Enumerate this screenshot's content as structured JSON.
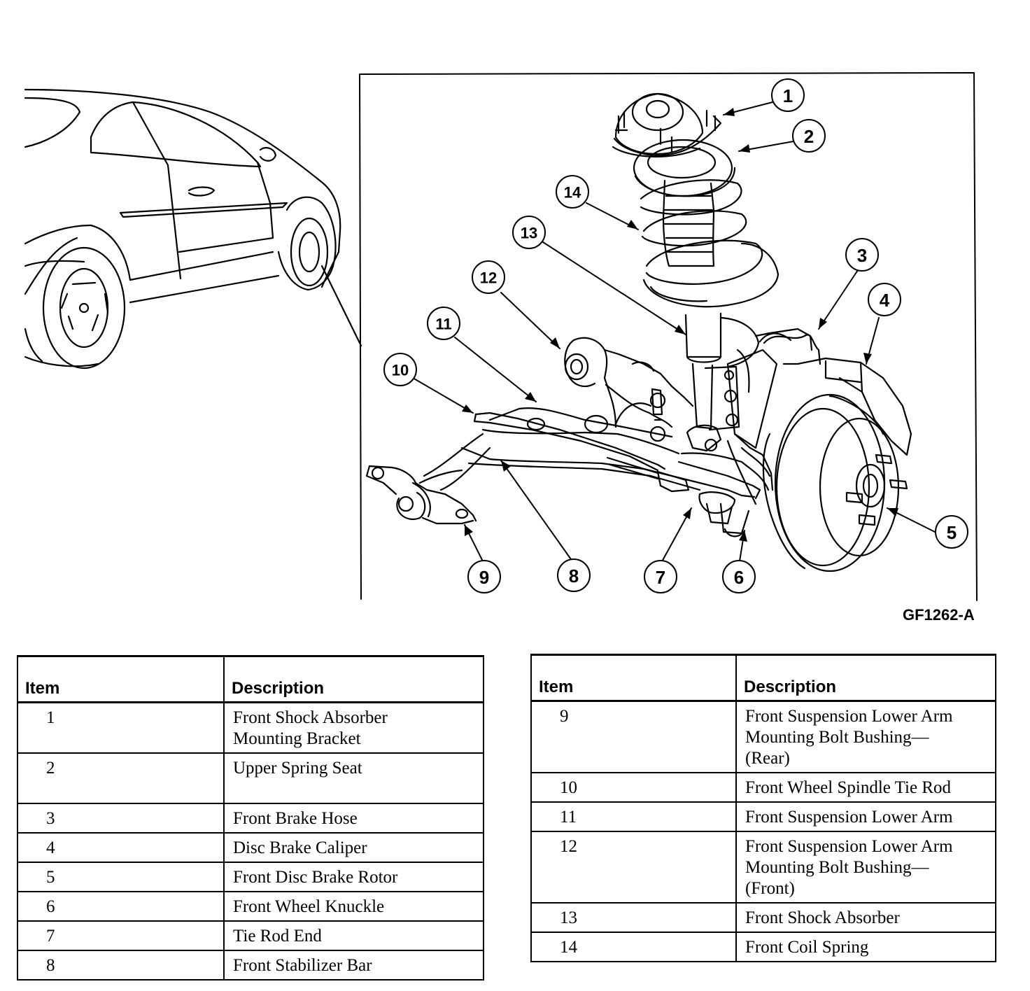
{
  "figure": {
    "id": "GF1262-A",
    "callouts": [
      "1",
      "2",
      "3",
      "4",
      "5",
      "6",
      "7",
      "8",
      "9",
      "10",
      "11",
      "12",
      "13",
      "14"
    ]
  },
  "tables": {
    "left": {
      "headers": [
        "Item",
        "Description"
      ],
      "rows": [
        {
          "item": "1",
          "lines": [
            "Front Shock Absorber",
            "Mounting Bracket"
          ]
        },
        {
          "item": "2",
          "lines": [
            "Upper Spring Seat",
            ""
          ]
        },
        {
          "item": "3",
          "lines": [
            "Front Brake Hose"
          ]
        },
        {
          "item": "4",
          "lines": [
            "Disc Brake Caliper"
          ]
        },
        {
          "item": "5",
          "lines": [
            "Front Disc Brake Rotor"
          ]
        },
        {
          "item": "6",
          "lines": [
            "Front Wheel Knuckle"
          ]
        },
        {
          "item": "7",
          "lines": [
            "Tie Rod End"
          ]
        },
        {
          "item": "8",
          "lines": [
            "Front Stabilizer Bar"
          ]
        }
      ]
    },
    "right": {
      "headers": [
        "Item",
        "Description"
      ],
      "rows": [
        {
          "item": "9",
          "lines": [
            "Front Suspension Lower Arm",
            "Mounting Bolt Bushing—",
            "(Rear)"
          ]
        },
        {
          "item": "10",
          "lines": [
            "Front Wheel Spindle Tie Rod"
          ]
        },
        {
          "item": "11",
          "lines": [
            "Front Suspension Lower Arm"
          ]
        },
        {
          "item": "12",
          "lines": [
            "Front Suspension Lower Arm",
            "Mounting Bolt Bushing—",
            "(Front)"
          ]
        },
        {
          "item": "13",
          "lines": [
            "Front Shock Absorber"
          ]
        },
        {
          "item": "14",
          "lines": [
            "Front Coil Spring"
          ]
        }
      ]
    }
  }
}
